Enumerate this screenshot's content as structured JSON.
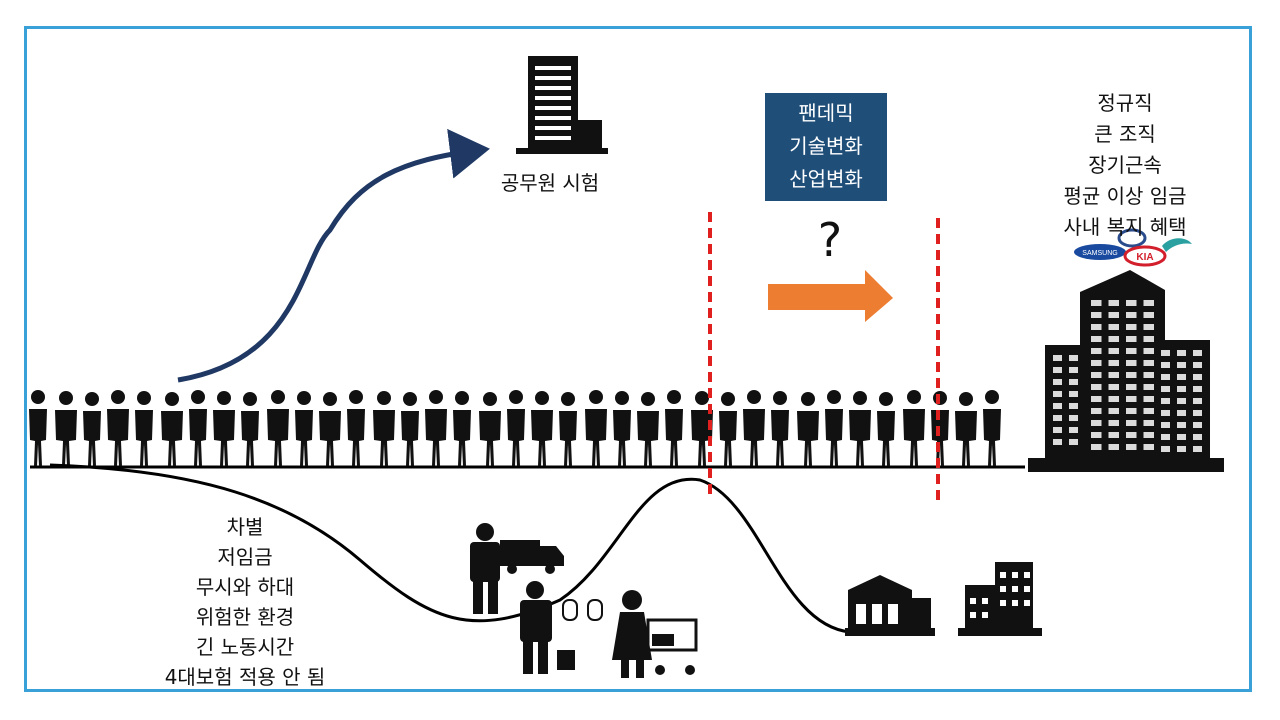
{
  "exam": {
    "label": "공무원 시험"
  },
  "pandemic_box": {
    "lines": [
      "팬데믹",
      "기술변화",
      "산업변화"
    ]
  },
  "question_mark": "?",
  "benefits": [
    "정규직",
    "큰 조직",
    "장기근속",
    "평균 이상 임금",
    "사내 복지 혜택"
  ],
  "risks": [
    "차별",
    "저임금",
    "무시와 하대",
    "위험한 환경",
    "긴 노동시간",
    "4대보험 적용 안 됨"
  ],
  "logos": [
    "SAMSUNG",
    "KIA"
  ],
  "colors": {
    "frame": "#3aa0d8",
    "box": "#1f4e79",
    "arrow_orange": "#ed7d31",
    "dash_red": "#e0201e",
    "arrow_navy": "#1f3864"
  }
}
